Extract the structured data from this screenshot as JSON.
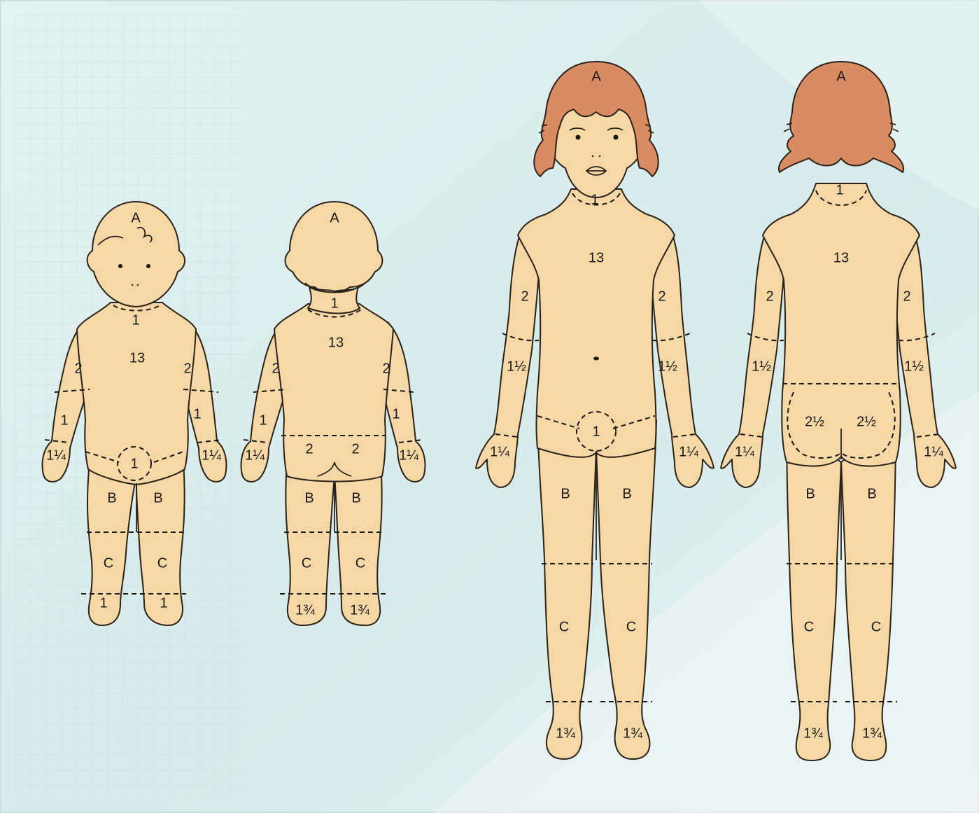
{
  "figures": [
    {
      "id": "infant-front",
      "labels": {
        "head": "A",
        "neck": "1",
        "trunk": "13",
        "upper_arm_l": "2",
        "upper_arm_r": "2",
        "forearm_l": "1",
        "forearm_r": "1",
        "hand_l": "1¼",
        "hand_r": "1¼",
        "genitalia": "1",
        "thigh_l": "B",
        "thigh_r": "B",
        "leg_l": "C",
        "leg_r": "C",
        "foot_l": "1",
        "foot_r": "1"
      }
    },
    {
      "id": "infant-back",
      "labels": {
        "head": "A",
        "neck": "1",
        "trunk": "13",
        "upper_arm_l": "2",
        "upper_arm_r": "2",
        "forearm_l": "1",
        "forearm_r": "1",
        "hand_l": "1¼",
        "hand_r": "1¼",
        "buttock_l": "2",
        "buttock_r": "2",
        "thigh_l": "B",
        "thigh_r": "B",
        "leg_l": "C",
        "leg_r": "C",
        "foot_l": "1¾",
        "foot_r": "1¾"
      }
    },
    {
      "id": "child-front",
      "labels": {
        "head": "A",
        "neck": "1",
        "trunk": "13",
        "upper_arm_l": "2",
        "upper_arm_r": "2",
        "forearm_l": "1½",
        "forearm_r": "1½",
        "hand_l": "1¼",
        "hand_r": "1¼",
        "genitalia": "1",
        "thigh_l": "B",
        "thigh_r": "B",
        "leg_l": "C",
        "leg_r": "C",
        "foot_l": "1¾",
        "foot_r": "1¾"
      }
    },
    {
      "id": "child-back",
      "labels": {
        "head": "A",
        "neck": "1",
        "trunk": "13",
        "upper_arm_l": "2",
        "upper_arm_r": "2",
        "forearm_l": "1½",
        "forearm_r": "1½",
        "hand_l": "1¼",
        "hand_r": "1¼",
        "buttock_l": "2½",
        "buttock_r": "2½",
        "thigh_l": "B",
        "thigh_r": "B",
        "leg_l": "C",
        "leg_r": "C",
        "foot_l": "1¾",
        "foot_r": "1¾"
      }
    }
  ],
  "colors": {
    "skin": "#f6d8a7",
    "hair": "#d98b61",
    "outline": "#2a2218",
    "background": "#d9ecec"
  }
}
